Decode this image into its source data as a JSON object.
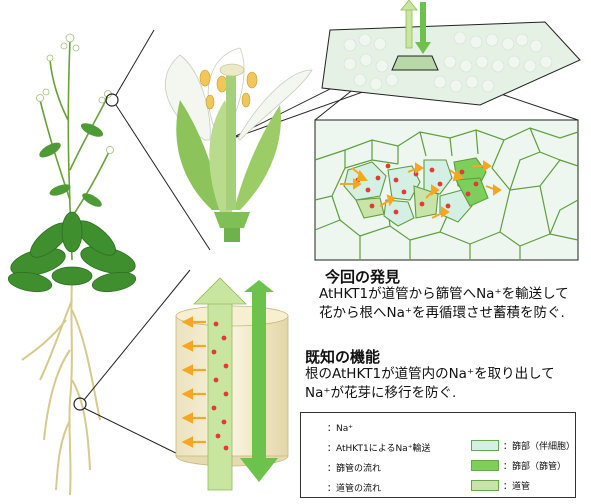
{
  "finding_new": {
    "title": "今回の発見",
    "line1": "AtHKT1が道管から篩管へNa⁺を輸送して",
    "line2": "花から根へNa⁺を再循環させ蓄積を防ぐ."
  },
  "finding_known": {
    "title": "既知の機能",
    "line1": "根のAtHKT1が道管内のNa⁺を取り出して",
    "line2": "Na⁺が花芽に移行を防ぐ."
  },
  "legend": {
    "na": "：Na⁺",
    "transport": "：AtHKT1によるNa⁺輸送",
    "phloem_flow": "：篩管の流れ",
    "xylem_flow": "：道管の流れ",
    "phloem_companion": "：篩部（伴細胞）",
    "phloem_sieve": "：篩部（篩管）",
    "xylem": "：道管"
  },
  "colors": {
    "na_dot": "#e53935",
    "transport_arrow": "#f6a623",
    "phloem_flow": "#6cc24a",
    "xylem_flow": "#c9e6a0",
    "companion_cell": "#d4efe4",
    "sieve_tube": "#7ccf5a",
    "xylem_vessel": "#c9e4a8",
    "cell_outline": "#5f9e3f"
  }
}
